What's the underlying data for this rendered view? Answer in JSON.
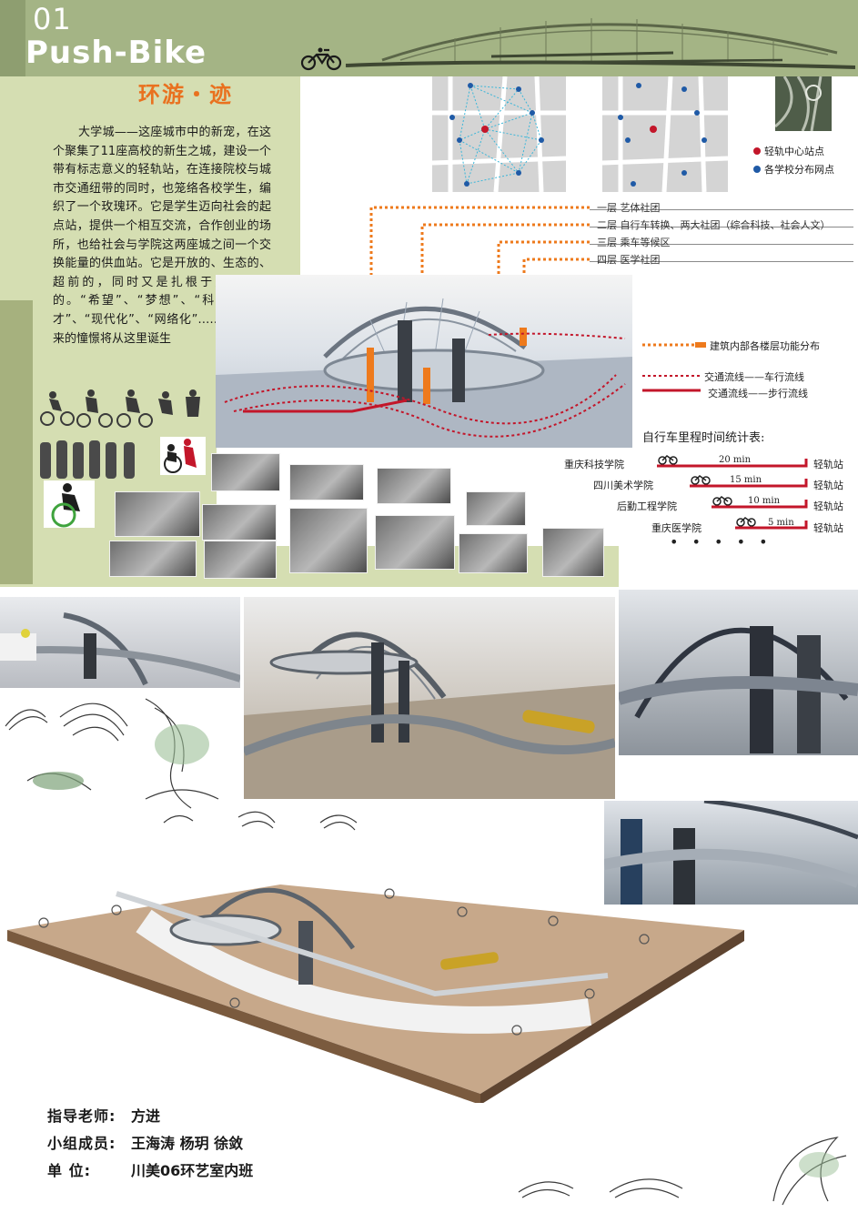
{
  "header": {
    "number": "01",
    "title": "Push-Bike"
  },
  "subtitle": "环游・迹",
  "intro": "大学城——这座城市中的新宠，在这个聚集了11座高校的新生之城，建设一个带有标志意义的轻轨站，在连接院校与城市交通纽带的同时，也笼络各校学生，编织了一个玫瑰环。它是学生迈向社会的起点站，提供一个相互交流，合作创业的场所，也给社会与学院这两座城之间一个交换能量的供血站。它是开放的、生态的、超前的，同时又是扎根于这片乡土的。“希望”、“梦想”、“科技”、“人才”、“现代化”、“网络化”……这些对未来的憧憬将从这里诞生",
  "map_legend": {
    "center_station": "轻轨中心站点",
    "school_points": "各学校分布网点",
    "center_color": "#c3162a",
    "school_color": "#1f5aa6"
  },
  "floors": [
    {
      "label": "一层  艺体社团"
    },
    {
      "label": "二层  自行车转换、两大社团（综合科技、社会人文）"
    },
    {
      "label": "三层  乘车等候区"
    },
    {
      "label": "四层  医学社团"
    }
  ],
  "flow_legend": {
    "function": "建筑内部各楼层功能分布",
    "vehicle": "交通流线——车行流线",
    "pedestrian": "交通流线——步行流线",
    "orange": "#ee7a1c",
    "red": "#c3162a"
  },
  "timing": {
    "title": "自行车里程时间统计表:",
    "destination": "轻轨站",
    "rows": [
      {
        "school": "重庆科技学院",
        "minutes": "20 min",
        "value": 20
      },
      {
        "school": "四川美术学院",
        "minutes": "15 min",
        "value": 15
      },
      {
        "school": "后勤工程学院",
        "minutes": "10 min",
        "value": 10
      },
      {
        "school": "重庆医学院",
        "minutes": "5 min",
        "value": 5
      }
    ],
    "more": "• • • • •"
  },
  "team": {
    "advisor_label": "指导老师:",
    "advisor": "方进",
    "members_label": "小组成员:",
    "members": "王海涛  杨玥  徐敛",
    "unit_label": "单    位:",
    "unit": "川美06环艺室内班"
  },
  "colors": {
    "header_green": "#a4b485",
    "panel_green": "#d5deb2",
    "accent_orange": "#e9711f"
  }
}
